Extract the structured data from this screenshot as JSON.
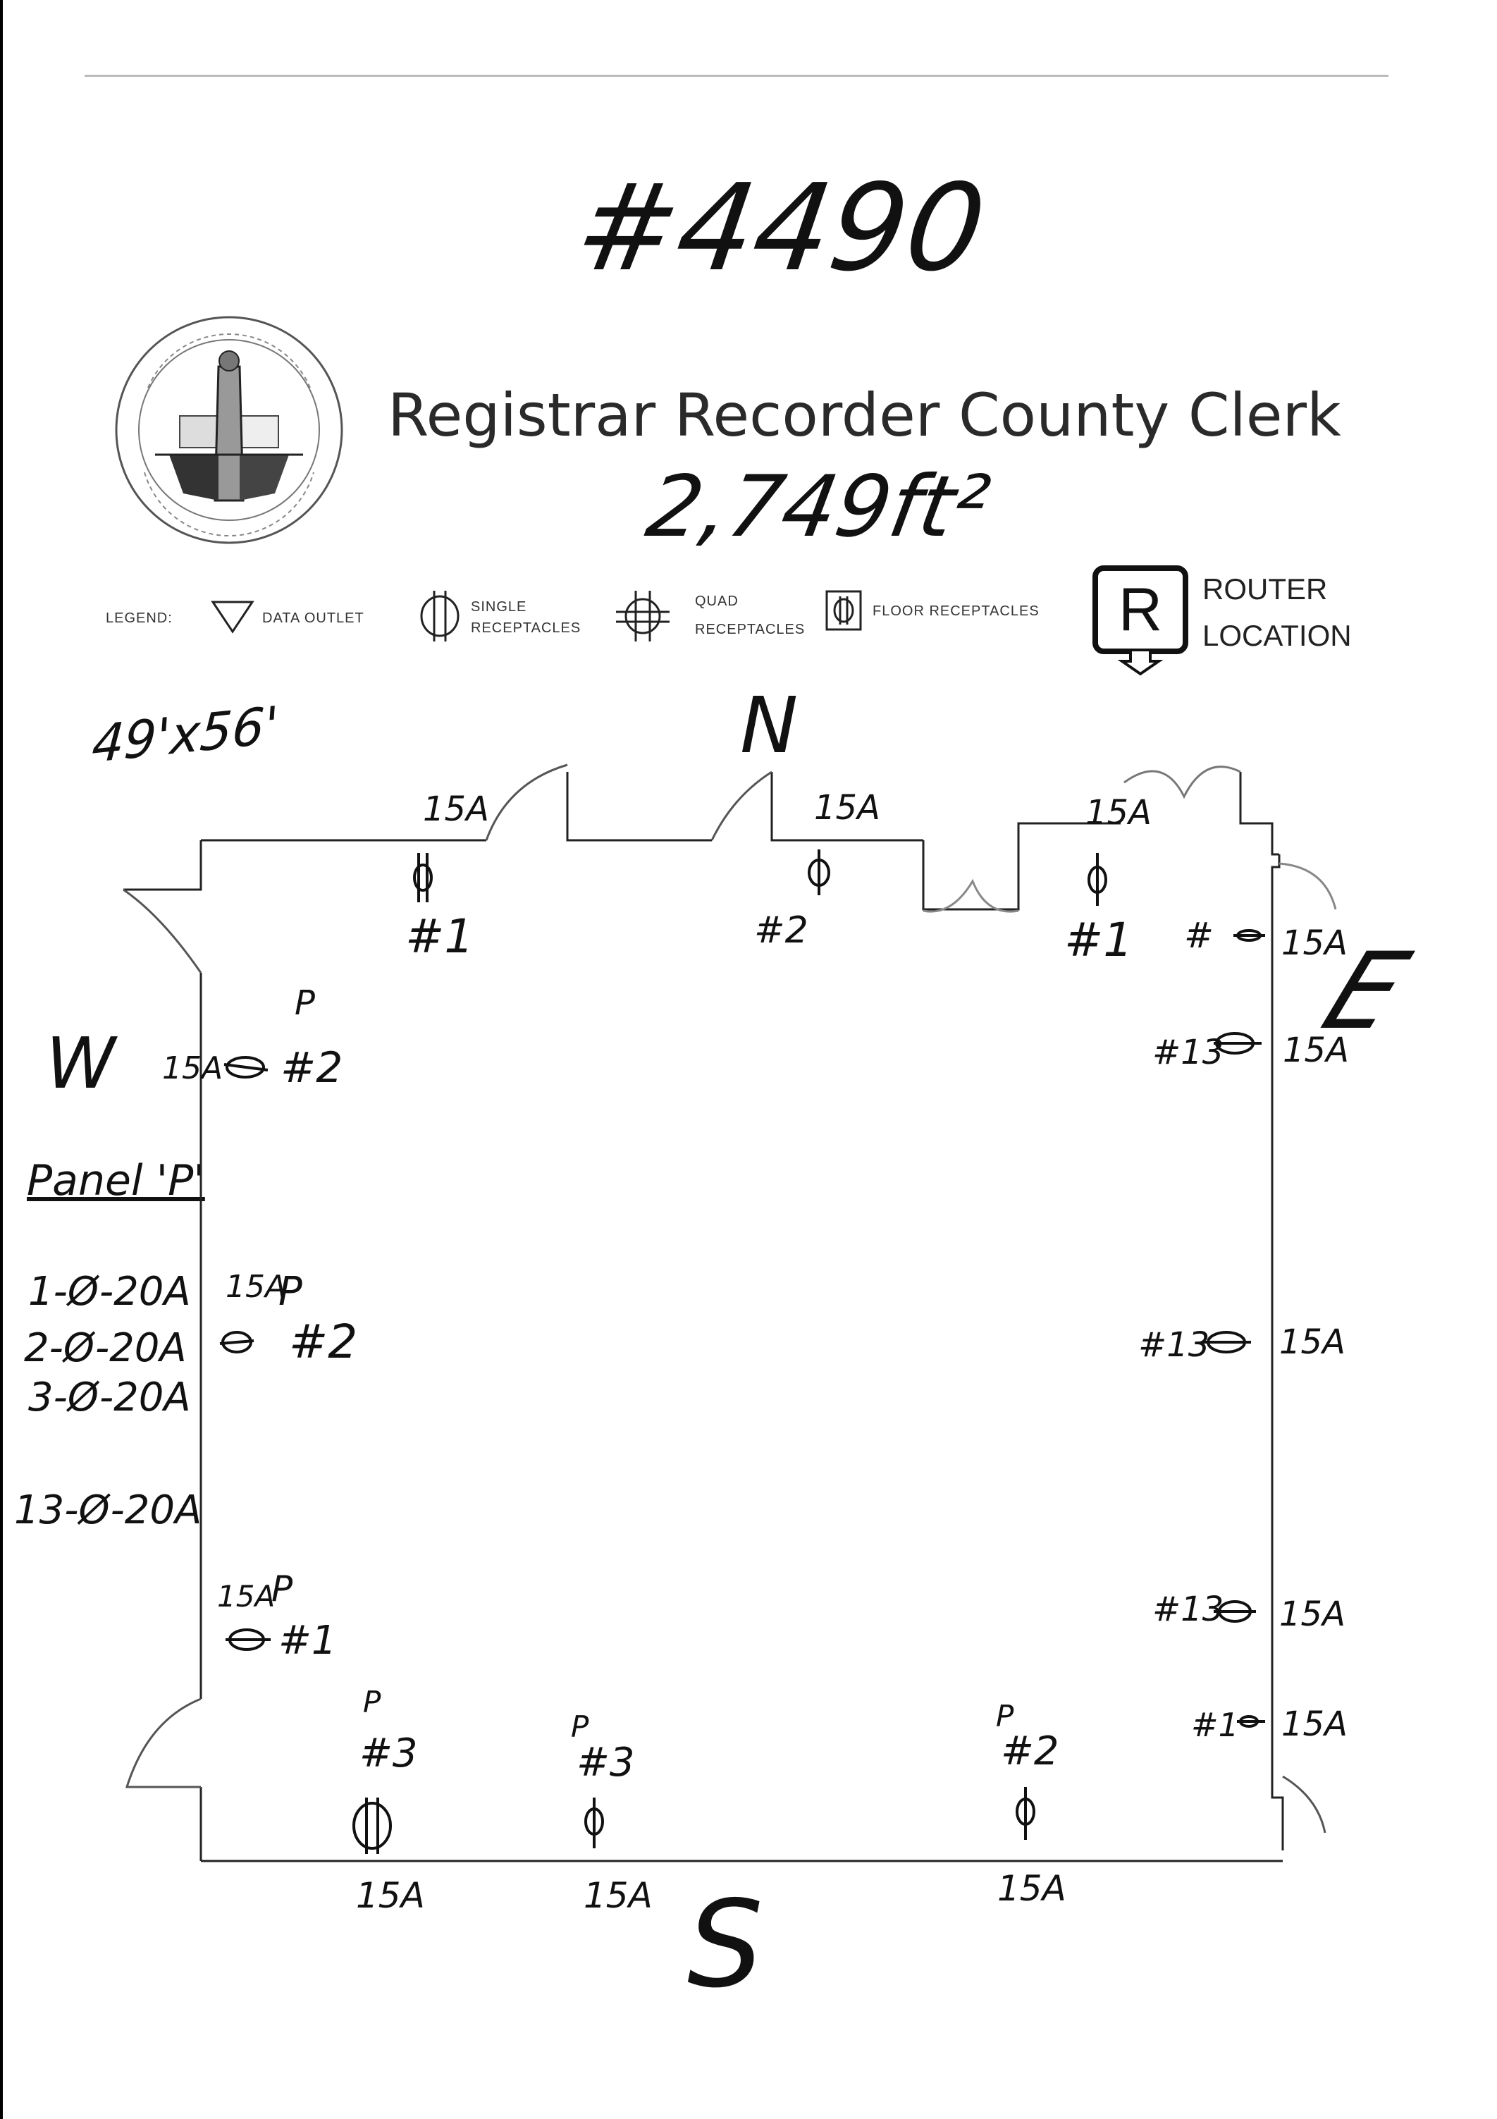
{
  "document": {
    "site_number": "#4490",
    "agency_title": "Registrar Recorder County Clerk",
    "area": "2,749ft²",
    "dimensions": "49'x56'"
  },
  "legend": {
    "label": "LEGEND:",
    "data_outlet": "DATA OUTLET",
    "single_receptacles": [
      "SINGLE",
      "RECEPTACLES"
    ],
    "quad_receptacles": [
      "QUAD",
      "RECEPTACLES"
    ],
    "floor_receptacles": "FLOOR RECEPTACLES",
    "router_letter": "R",
    "router_location": [
      "ROUTER",
      "LOCATION"
    ]
  },
  "compass": {
    "north": "N",
    "south": "S",
    "east": "E",
    "west": "W"
  },
  "panel": {
    "title": "Panel 'P'",
    "circuits": [
      "1-Ø-20A",
      "2-Ø-20A",
      "3-Ø-20A",
      "13-Ø-20A"
    ]
  },
  "north_wall": [
    {
      "amps": "15A",
      "circuit": "#1"
    },
    {
      "amps": "15A",
      "circuit": "#2"
    },
    {
      "amps": "15A",
      "circuit": "#1"
    }
  ],
  "east_wall": [
    {
      "amps": "15A",
      "circuit": "#"
    },
    {
      "amps": "15A",
      "circuit": "#13"
    },
    {
      "amps": "15A",
      "circuit": "#13"
    },
    {
      "amps": "15A",
      "circuit": "#13"
    },
    {
      "amps": "15A",
      "circuit": "#1"
    }
  ],
  "west_wall": [
    {
      "amps": "15A",
      "panel": "P",
      "circuit": "#2"
    },
    {
      "amps": "15A",
      "panel": "P",
      "circuit": "#2"
    },
    {
      "amps": "15A",
      "panel": "P",
      "circuit": "#1"
    }
  ],
  "south_wall": [
    {
      "amps": "15A",
      "panel": "P",
      "circuit": "#3"
    },
    {
      "amps": "15A",
      "panel": "P",
      "circuit": "#3"
    },
    {
      "amps": "15A",
      "panel": "P",
      "circuit": "#2"
    }
  ],
  "colors": {
    "ink": "#111111",
    "print": "#2a2a2a",
    "scan_edge": "#000000"
  }
}
